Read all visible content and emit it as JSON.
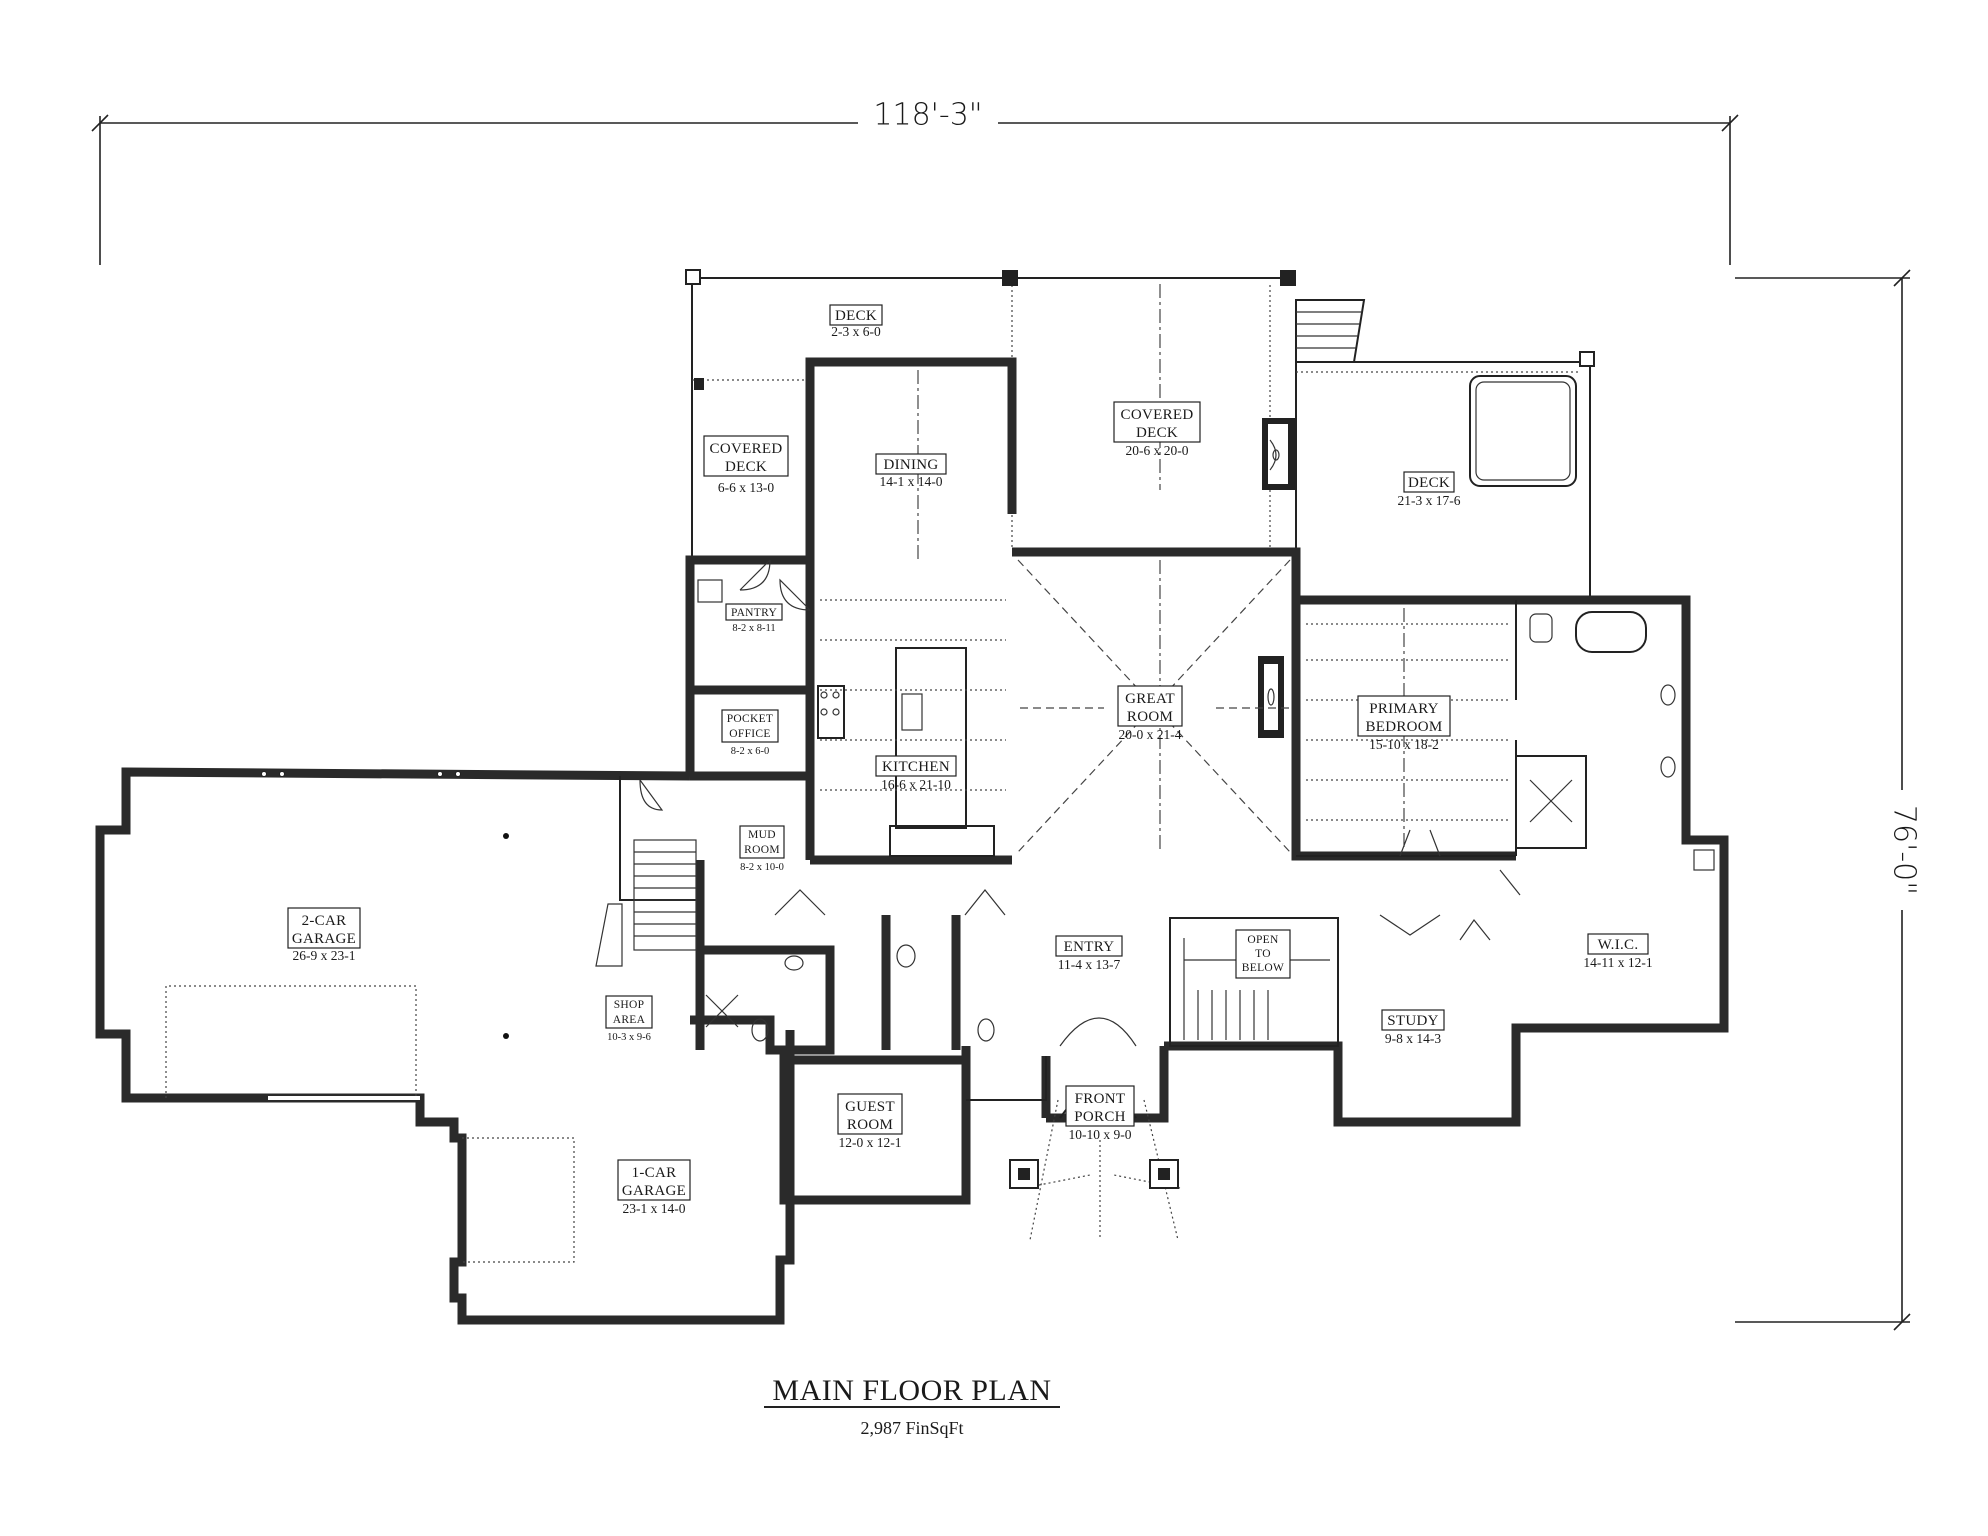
{
  "dimensions": {
    "width_label": "118'-3\"",
    "depth_label": "76'-0\""
  },
  "title": {
    "main": "MAIN FLOOR PLAN",
    "sub": "2,987 FinSqFt"
  },
  "rooms": {
    "deck_top": {
      "name": "DECK",
      "size": "2-3 x 6-0"
    },
    "covered_deck_left": {
      "name_line1": "COVERED",
      "name_line2": "DECK",
      "size": "6-6 x 13-0"
    },
    "dining": {
      "name": "DINING",
      "size": "14-1 x 14-0"
    },
    "covered_deck_center": {
      "name_line1": "COVERED",
      "name_line2": "DECK",
      "size": "20-6 x 20-0"
    },
    "deck_right": {
      "name": "DECK",
      "size": "21-3 x 17-6"
    },
    "pantry": {
      "name": "PANTRY",
      "size": "8-2 x 8-11"
    },
    "pocket_office": {
      "name_line1": "POCKET",
      "name_line2": "OFFICE",
      "size": "8-2 x 6-0"
    },
    "kitchen": {
      "name": "KITCHEN",
      "size": "16-6 x 21-10"
    },
    "great_room": {
      "name_line1": "GREAT",
      "name_line2": "ROOM",
      "size": "20-0 x 21-4"
    },
    "primary_bedroom": {
      "name_line1": "PRIMARY",
      "name_line2": "BEDROOM",
      "size": "15-10 x 18-2"
    },
    "mud_room": {
      "name_line1": "MUD",
      "name_line2": "ROOM",
      "size": "8-2 x 10-0"
    },
    "garage_2car": {
      "name_line1": "2-CAR",
      "name_line2": "GARAGE",
      "size": "26-9 x 23-1"
    },
    "shop_area": {
      "name_line1": "SHOP",
      "name_line2": "AREA",
      "size": "10-3 x 9-6"
    },
    "entry": {
      "name": "ENTRY",
      "size": "11-4 x 13-7"
    },
    "open_to_below": {
      "line1": "OPEN",
      "line2": "TO",
      "line3": "BELOW"
    },
    "wic": {
      "name": "W.I.C.",
      "size": "14-11 x 12-1"
    },
    "study": {
      "name": "STUDY",
      "size": "9-8 x 14-3"
    },
    "guest_room": {
      "name_line1": "GUEST",
      "name_line2": "ROOM",
      "size": "12-0 x 12-1"
    },
    "front_porch": {
      "name_line1": "FRONT",
      "name_line2": "PORCH",
      "size": "10-10 x 9-0"
    },
    "garage_1car": {
      "name_line1": "1-CAR",
      "name_line2": "GARAGE",
      "size": "23-1 x 14-0"
    }
  }
}
